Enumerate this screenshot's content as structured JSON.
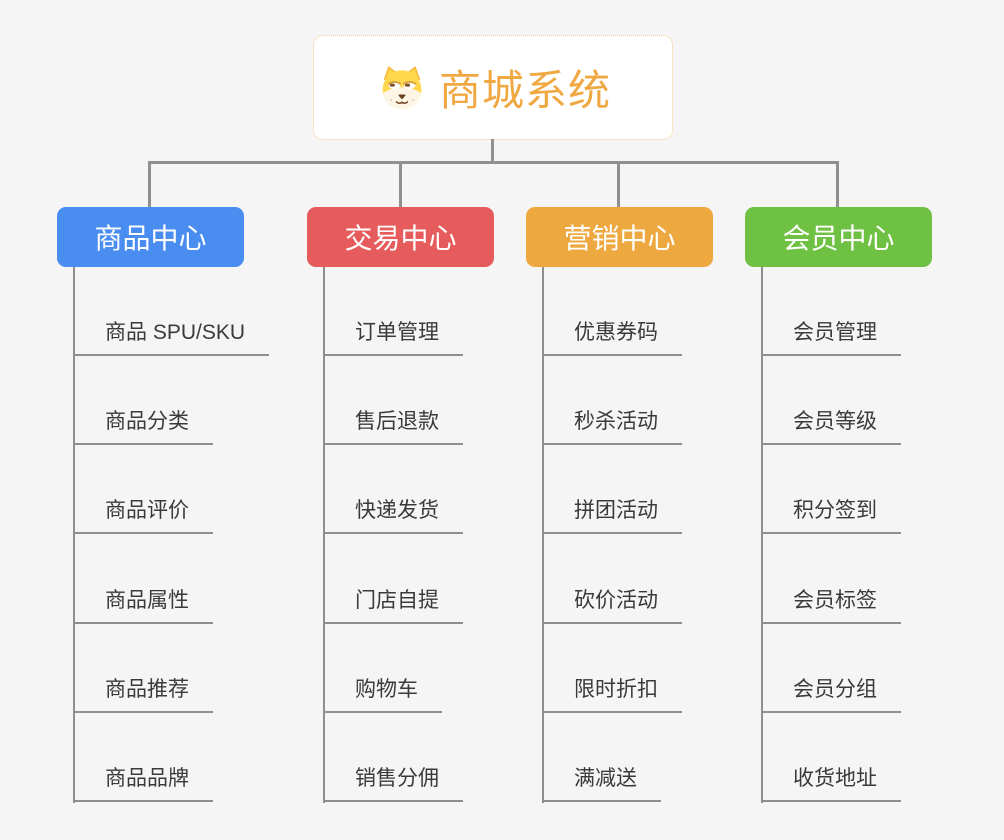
{
  "root": {
    "title": "商城系统",
    "icon": "shiba-dog-icon"
  },
  "branches": [
    {
      "label": "商品中心",
      "color": "#4a8df0",
      "children": [
        "商品 SPU/SKU",
        "商品分类",
        "商品评价",
        "商品属性",
        "商品推荐",
        "商品品牌"
      ]
    },
    {
      "label": "交易中心",
      "color": "#e65c5c",
      "children": [
        "订单管理",
        "售后退款",
        "快递发货",
        "门店自提",
        "购物车",
        "销售分佣"
      ]
    },
    {
      "label": "营销中心",
      "color": "#eda93f",
      "children": [
        "优惠券码",
        "秒杀活动",
        "拼团活动",
        "砍价活动",
        "限时折扣",
        "满减送"
      ]
    },
    {
      "label": "会员中心",
      "color": "#6fc144",
      "children": [
        "会员管理",
        "会员等级",
        "积分签到",
        "会员标签",
        "会员分组",
        "收货地址"
      ]
    }
  ],
  "colors": {
    "background": "#f5f5f6",
    "connector": "#909090",
    "underline": "#8f8f8f",
    "root_text": "#f0a843",
    "root_border": "#f0c985",
    "child_text": "#3a3a3a"
  }
}
